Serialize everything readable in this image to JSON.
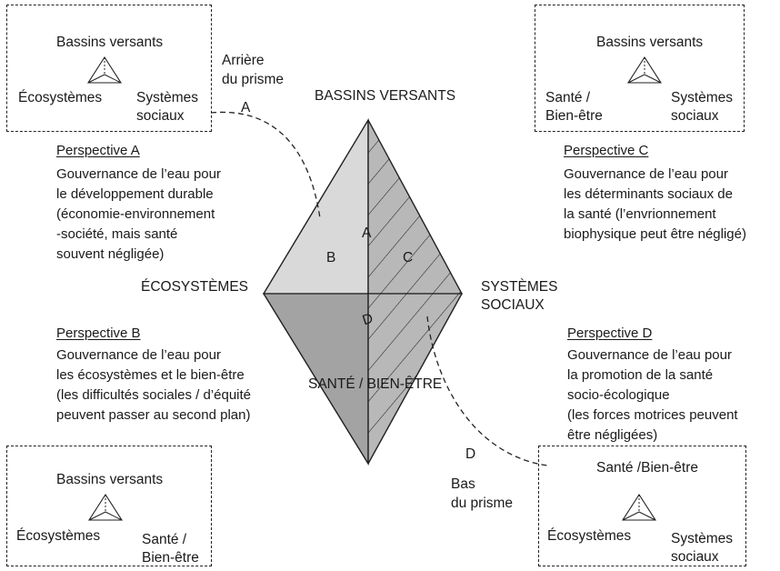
{
  "prism": {
    "top_label": "BASSINS VERSANTS",
    "left_label": "ÉCOSYSTÈMES",
    "right_label_1": "SYSTÈMES",
    "right_label_2": "SOCIAUX",
    "bottom_label": "SANTÉ / BIEN-ÊTRE",
    "face_a": "A",
    "face_b": "B",
    "face_c": "C",
    "face_d": "D"
  },
  "boxes": {
    "top_left": {
      "top": "Bassins versants",
      "left": "Écosystèmes",
      "right_1": "Systèmes",
      "right_2": "sociaux"
    },
    "top_right": {
      "top": "Bassins versants",
      "left_1": "Santé /",
      "left_2": "Bien-être",
      "right_1": "Systèmes",
      "right_2": "sociaux"
    },
    "bottom_left": {
      "top": "Bassins versants",
      "left": "Écosystèmes",
      "right_1": "Santé /",
      "right_2": "Bien-être"
    },
    "bottom_right": {
      "top": "Santé /Bien-être",
      "left": "Écosystèmes",
      "right_1": "Systèmes",
      "right_2": "sociaux"
    }
  },
  "pointers": {
    "back_1": "Arrière",
    "back_2": "du prisme",
    "back_letter": "A",
    "bottom_1": "Bas",
    "bottom_2": "du prisme",
    "bottom_letter": "D"
  },
  "perspectives": {
    "a": {
      "title": "Perspective A",
      "lines": [
        "Gouvernance de l’eau pour",
        "le développement durable",
        "(économie-environnement",
        "-société, mais santé",
        "souvent négligée)"
      ]
    },
    "b": {
      "title": "Perspective B",
      "lines": [
        "Gouvernance de l’eau pour",
        "les écosystèmes et le bien-être",
        "(les difficultés sociales / d’équité",
        "peuvent passer au second plan)"
      ]
    },
    "c": {
      "title": "Perspective C",
      "lines": [
        "Gouvernance de l’eau pour",
        "les déterminants sociaux de",
        "la santé (l’envrionnement",
        "biophysique peut être négligé)"
      ]
    },
    "d": {
      "title": "Perspective D",
      "lines": [
        "Gouvernance de l’eau pour",
        "la promotion de la santé",
        "socio-écologique",
        "(les forces motrices peuvent",
        "être négligées)"
      ]
    }
  },
  "colors": {
    "face_light": "#d9d9d9",
    "face_dark": "#a3a3a3",
    "face_hatch": "#b8b8b8",
    "line": "#222222"
  }
}
